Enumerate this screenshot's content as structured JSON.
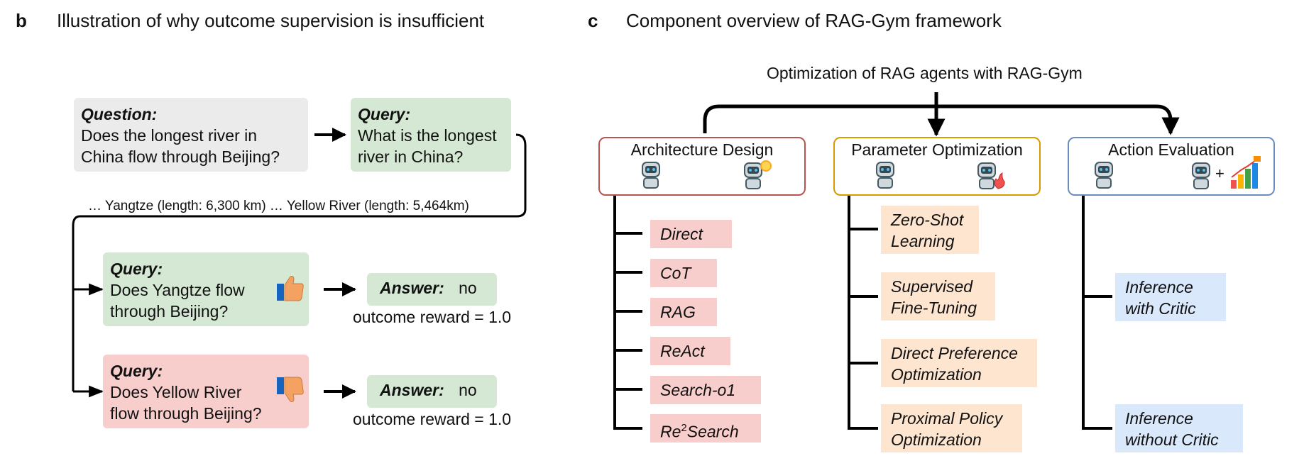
{
  "panel_b": {
    "letter": "b",
    "title": "Illustration of why outcome supervision is insufficient",
    "question": {
      "label": "Question:",
      "text_line1": "Does the longest river in",
      "text_line2": "China flow through Beijing?"
    },
    "query_top": {
      "label": "Query:",
      "text_line1": "What is the longest",
      "text_line2": "river in China?"
    },
    "retrieval_text": "… Yangtze (length: 6,300 km) … Yellow River (length: 5,464km)",
    "query_yangtze": {
      "label": "Query:",
      "text_line1": "Does Yangtze flow",
      "text_line2": "through Beijing?"
    },
    "query_yellow": {
      "label": "Query:",
      "text_line1": "Does Yellow River",
      "text_line2": "flow through Beijing?"
    },
    "answer1": {
      "label": "Answer:",
      "value": "no",
      "reward": "outcome reward = 1.0"
    },
    "answer2": {
      "label": "Answer:",
      "value": "no",
      "reward": "outcome reward = 1.0"
    },
    "icons": {
      "thumb_up": "thumbs-up-icon",
      "thumb_down": "thumbs-down-icon"
    }
  },
  "panel_c": {
    "letter": "c",
    "title": "Component overview of RAG-Gym framework",
    "root": "Optimization of RAG agents with RAG-Gym",
    "components": [
      {
        "title": "Architecture Design",
        "color": "#b85450",
        "icon": "robot-idea-icon"
      },
      {
        "title": "Parameter Optimization",
        "color": "#d79b00",
        "icon": "robot-fire-icon"
      },
      {
        "title": "Action Evaluation",
        "color": "#6c8ebf",
        "icon": "robot-chart-icon"
      }
    ],
    "architecture_methods": [
      "Direct",
      "CoT",
      "RAG",
      "ReAct",
      "Search-o1"
    ],
    "re2search": {
      "prefix": "Re",
      "sup": "2",
      "suffix": "Search"
    },
    "parameter_methods": [
      {
        "line1": "Zero-Shot",
        "line2": "Learning"
      },
      {
        "line1": "Supervised",
        "line2": "Fine-Tuning"
      },
      {
        "line1": "Direct Preference",
        "line2": "Optimization"
      },
      {
        "line1": "Proximal Policy",
        "line2": "Optimization"
      }
    ],
    "evaluation_methods": [
      {
        "line1": "Inference",
        "line2": "with Critic"
      },
      {
        "line1": "Inference",
        "line2": "without Critic"
      }
    ]
  }
}
